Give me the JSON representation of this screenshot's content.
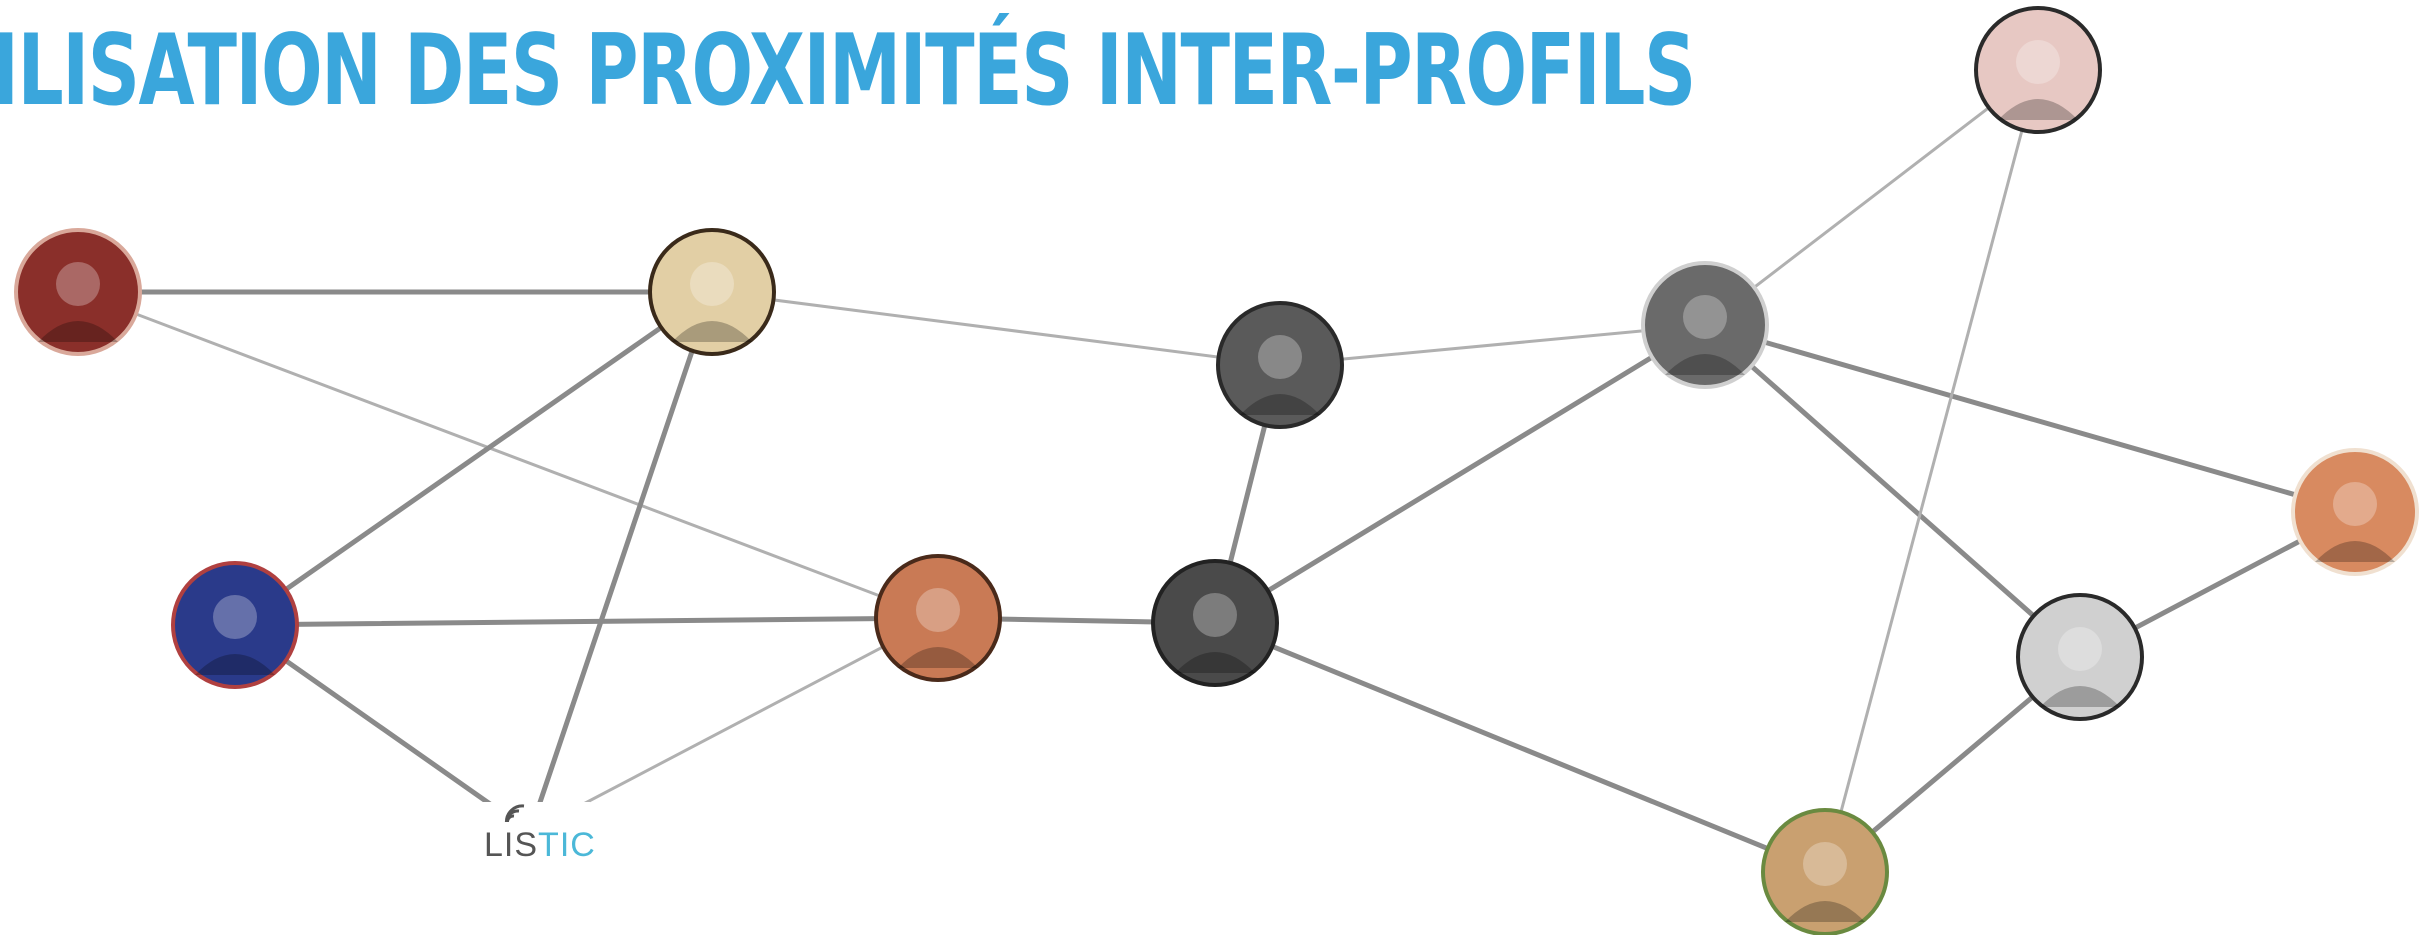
{
  "title": "ILISATION DES PROXIMITÉS INTER-PROFILS",
  "colors": {
    "title": "#3aa6dc",
    "edge": "#8a8a8a",
    "edge_light": "#b0b0b0",
    "logo_dark": "#555555",
    "logo_accent": "#4bb8d8"
  },
  "logo": {
    "name": "LISTIC",
    "part_dark": "LIS",
    "part_accent": "TIC"
  },
  "nodes": [
    {
      "id": "woman-red-hair",
      "icon": "profile-avatar-photo",
      "fill": "#8a2f2a",
      "ring": "#d9a89a"
    },
    {
      "id": "cartoon-man",
      "icon": "profile-avatar-cartoon",
      "fill": "#e2cfa5",
      "ring": "#3a2a1a"
    },
    {
      "id": "batman",
      "icon": "profile-avatar-batman",
      "fill": "#2a3a8a",
      "ring": "#b04040"
    },
    {
      "id": "copernicus",
      "icon": "profile-avatar-painting",
      "fill": "#c97a55",
      "ring": "#4a2a1a"
    },
    {
      "id": "man-bw-1",
      "icon": "profile-avatar-photo-bw",
      "fill": "#5a5a5a",
      "ring": "#2a2a2a"
    },
    {
      "id": "blackboard-man",
      "icon": "profile-avatar-photo-bw",
      "fill": "#4a4a4a",
      "ring": "#222222"
    },
    {
      "id": "man-coffee",
      "icon": "profile-avatar-photo-bw",
      "fill": "#6a6a6a",
      "ring": "#cfcfcf"
    },
    {
      "id": "man-hat",
      "icon": "profile-avatar-photo",
      "fill": "#e7c8c3",
      "ring": "#2a2a2a"
    },
    {
      "id": "fresco",
      "icon": "profile-avatar-painting",
      "fill": "#d88a60",
      "ring": "#f0e0d0"
    },
    {
      "id": "white-hair",
      "icon": "profile-avatar-photo",
      "fill": "#d0d0d0",
      "ring": "#2a2a2a"
    },
    {
      "id": "bearded-man",
      "icon": "profile-avatar-photo",
      "fill": "#c9a070",
      "ring": "#6a8a40"
    },
    {
      "id": "listic-logo",
      "icon": "listic-logo-icon"
    }
  ],
  "edges": [
    [
      "woman-red-hair",
      "cartoon-man"
    ],
    [
      "woman-red-hair",
      "copernicus"
    ],
    [
      "cartoon-man",
      "batman"
    ],
    [
      "cartoon-man",
      "listic-logo"
    ],
    [
      "cartoon-man",
      "man-bw-1"
    ],
    [
      "batman",
      "copernicus"
    ],
    [
      "batman",
      "listic-logo"
    ],
    [
      "listic-logo",
      "copernicus"
    ],
    [
      "copernicus",
      "blackboard-man"
    ],
    [
      "man-bw-1",
      "blackboard-man"
    ],
    [
      "man-bw-1",
      "man-coffee"
    ],
    [
      "blackboard-man",
      "man-coffee"
    ],
    [
      "blackboard-man",
      "bearded-man"
    ],
    [
      "man-coffee",
      "man-hat"
    ],
    [
      "man-coffee",
      "fresco"
    ],
    [
      "man-coffee",
      "white-hair"
    ],
    [
      "man-hat",
      "bearded-man"
    ],
    [
      "fresco",
      "white-hair"
    ],
    [
      "white-hair",
      "bearded-man"
    ]
  ]
}
